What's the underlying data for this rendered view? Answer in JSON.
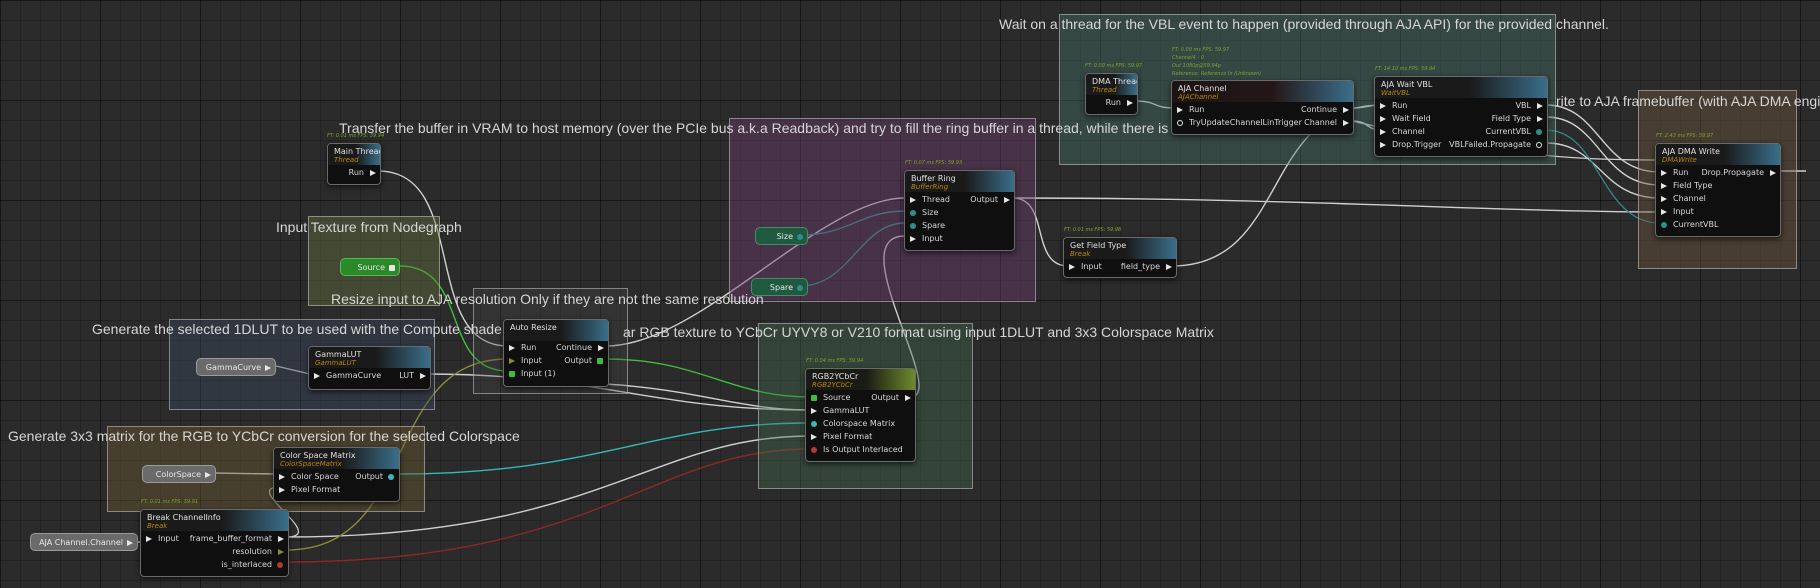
{
  "groups": [
    {
      "id": "wait-vbl",
      "title": "Wait on a thread for the VBL event to happen (provided through AJA API) for the provided channel.",
      "color": "rgba(70,120,110,0.38)"
    },
    {
      "id": "readback",
      "title": "Transfer the buffer in VRAM to host memory (over the PCIe bus a.k.a Readback) and try to fill the ring buffer in a thread, while there is",
      "color": "rgba(110,60,110,0.42)"
    },
    {
      "id": "write",
      "title": "Wait for space in the ring buffer and write to AJA framebuffer (with AJA DMA engi",
      "title_visible": "rite to AJA framebuffer (with AJA DMA engi",
      "color": "rgba(110,85,60,0.42)"
    },
    {
      "id": "input-texture",
      "title": "Input Texture from Nodegraph",
      "color": "rgba(100,115,60,0.42)"
    },
    {
      "id": "resize",
      "title": "Resize input to AJA resolution Only if they are not the same resolution",
      "color": "rgba(70,70,70,0.30)"
    },
    {
      "id": "lut",
      "title": "Generate the selected 1DLUT to be used with the Compute shade",
      "color": "rgba(60,75,100,0.40)"
    },
    {
      "id": "convert",
      "title": "ar RGB texture to YCbCr UYVY8 or V210 format using input 1DLUT and 3x3 Colorspace Matrix",
      "color": "rgba(70,110,80,0.38)"
    },
    {
      "id": "matrix",
      "title": "Generate 3x3 matrix for the RGB to YCbCr conversion for the selected Colorspace",
      "color": "rgba(110,90,50,0.42)"
    }
  ],
  "nodes": {
    "dma_thread": {
      "title": "DMA Thread",
      "subtitle": "Thread",
      "stat": "FT: 0.00 ms FPS: 59.97",
      "outputs": [
        "Run"
      ]
    },
    "aja_channel": {
      "title": "AJA Channel",
      "subtitle": "AJAChannel",
      "stat_lines": [
        "FT: 0.00 ms FPS: 59.97",
        "Channel4 - 0",
        "Out 1080p@59.94p",
        "Reference: Reference In (Unknown)"
      ],
      "inputs": [
        "Run",
        "TryUpdateChannelLinTrigger"
      ],
      "outputs": [
        "Continue",
        "Channel"
      ]
    },
    "aja_wait_vbl": {
      "title": "AJA Wait VBL",
      "subtitle": "WaitVBL",
      "stat": "FT: 14.10 ms FPS: 59.94",
      "inputs": [
        "Run",
        "Wait Field",
        "Channel",
        "Drop.Trigger"
      ],
      "outputs": [
        "VBL",
        "Field Type",
        "CurrentVBL",
        "VBLFailed.Propagate"
      ]
    },
    "aja_dma_write": {
      "title": "AJA DMA Write",
      "subtitle": "DMAWrite",
      "stat": "FT: 2.43 ms FPS: 59.97",
      "inputs": [
        "Run",
        "Field Type",
        "Channel",
        "Input",
        "CurrentVBL"
      ],
      "outputs": [
        "Drop.Propagate"
      ]
    },
    "main_thread": {
      "title": "Main Thread",
      "subtitle": "Thread",
      "stat": "FT: 0.01 ms FPS: 59.94",
      "outputs": [
        "Run"
      ]
    },
    "buffer_ring": {
      "title": "Buffer Ring",
      "subtitle": "BufferRing",
      "stat": "FT: 0.07 ms FPS: 59.93",
      "inputs": [
        "Thread",
        "Size",
        "Spare",
        "Input"
      ],
      "outputs": [
        "Output"
      ]
    },
    "get_field_type": {
      "title": "Get Field Type",
      "subtitle": "Break",
      "stat": "FT: 0.01 ms FPS: 59.98",
      "inputs": [
        "Input"
      ],
      "outputs": [
        "field_type"
      ]
    },
    "auto_resize": {
      "title": "Auto Resize",
      "subtitle": "",
      "inputs": [
        "Run",
        "Input",
        "Input (1)"
      ],
      "outputs": [
        "Continue",
        "Output"
      ]
    },
    "gamma_lut": {
      "title": "GammaLUT",
      "subtitle": "GammaLUT",
      "inputs": [
        "GammaCurve"
      ],
      "outputs": [
        "LUT"
      ]
    },
    "rgb2ycbcr": {
      "title": "RGB2YCbCr",
      "subtitle": "RGB2YCbCr",
      "stat": "FT: 0.04 ms FPS: 59.94",
      "inputs": [
        "Source",
        "GammaLUT",
        "Colorspace Matrix",
        "Pixel Format",
        "Is Output Interlaced"
      ],
      "outputs": [
        "Output"
      ]
    },
    "colorspace_matrix": {
      "title": "Color Space Matrix",
      "subtitle": "ColorSpaceMatrix",
      "inputs": [
        "Color Space",
        "Pixel Format"
      ],
      "outputs": [
        "Output"
      ]
    },
    "break_channelinfo": {
      "title": "Break ChannelInfo",
      "subtitle": "Break",
      "stat": "FT: 0.01 ms FPS: 59.91",
      "inputs": [
        "Input"
      ],
      "outputs": [
        "frame_buffer_format",
        "resolution",
        "is_interlaced"
      ]
    }
  },
  "constants": {
    "size": "Size",
    "spare": "Spare",
    "source": "Source",
    "gamma_curve": "GammaCurve",
    "color_space": "ColorSpace",
    "aja_channel_channel": "AJA Channel.Channel"
  },
  "colors": {
    "green": "#3dbf3d",
    "teal": "#35b8b8",
    "red": "#b03a2e",
    "olive": "#8a8a3a",
    "white": "#e6e6e6"
  }
}
